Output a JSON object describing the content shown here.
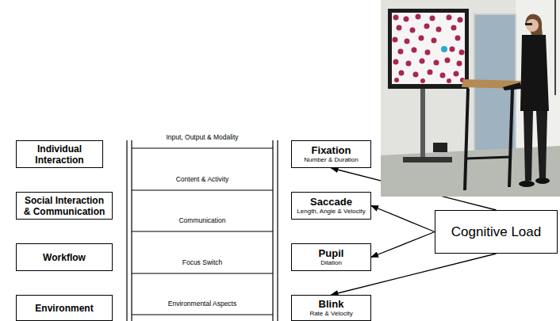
{
  "diagram": {
    "nodes": [
      {
        "text": [
          "Individual Interaction"
        ]
      },
      {
        "text": [
          "Social Interaction & Communication"
        ]
      },
      {
        "text": [
          "Workflow"
        ]
      },
      {
        "text": [
          "Environment"
        ]
      },
      {
        "text": [
          "Fixation",
          "Number & Duration"
        ]
      },
      {
        "text": [
          "Saccade",
          "Length, Angle & Velocity"
        ]
      },
      {
        "text": [
          "Pupil",
          "Dilation"
        ]
      },
      {
        "text": [
          "Blink",
          "Rate & Velocity"
        ]
      },
      {
        "text": [
          "Cognitive Load"
        ]
      }
    ],
    "edges": [
      {
        "from": 8,
        "to": 4,
        "arrow": "to"
      },
      {
        "from": 8,
        "to": 5,
        "arrow": "to"
      },
      {
        "from": 8,
        "to": 6,
        "arrow": "to"
      },
      {
        "from": 8,
        "to": 7,
        "arrow": "to"
      }
    ],
    "labels": [
      "Input, Output & Modality",
      "Content & Activity",
      "Communication",
      "Focus Switch",
      "Environmental Aspects"
    ]
  }
}
